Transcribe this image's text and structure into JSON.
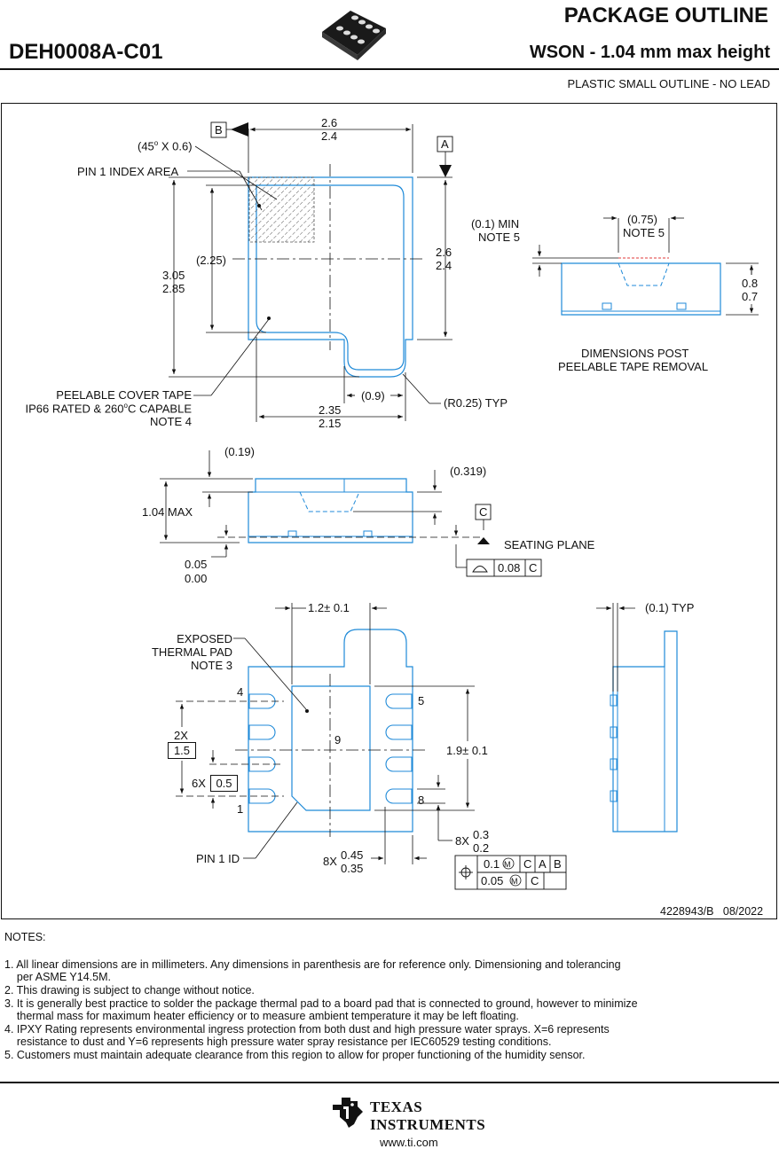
{
  "header": {
    "package_id": "DEH0008A-C01",
    "title": "PACKAGE OUTLINE",
    "subtitle": "WSON - 1.04 mm max height",
    "description": "PLASTIC SMALL OUTLINE - NO LEAD"
  },
  "top_view": {
    "datum_b": "B",
    "datum_a": "A",
    "width_max": "2.6",
    "width_min": "2.4",
    "height_max": "2.6",
    "height_min": "2.4",
    "chamfer": "(45",
    "chamfer_deg": "o",
    "chamfer_size": " X 0.6)",
    "pin1_area": "PIN 1 INDEX AREA",
    "overall_max": "3.05",
    "overall_min": "2.85",
    "ref_225": "(2.25)",
    "ref_09": "(0.9)",
    "radius": "(R0.25) TYP",
    "tape_line1": "PEELABLE COVER TAPE",
    "tape_line2_a": "IP66 RATED & 260",
    "tape_line2_deg": "o",
    "tape_line2_b": "C CAPABLE",
    "tape_line3": "NOTE 4",
    "bottom_max": "2.35",
    "bottom_min": "2.15"
  },
  "post_tape_view": {
    "min_label": "(0.1) MIN",
    "min_note": "NOTE 5",
    "ref_075": "(0.75)",
    "ref_note": "NOTE 5",
    "h_max": "0.8",
    "h_min": "0.7",
    "caption1": "DIMENSIONS POST",
    "caption2": "PEELABLE TAPE REMOVAL"
  },
  "side_view": {
    "ref_019": "(0.19)",
    "ref_0319": "(0.319)",
    "max_height": "1.04 MAX",
    "datum_c": "C",
    "seating": "SEATING PLANE",
    "standoff_max": "0.05",
    "standoff_min": "0.00",
    "flatness_value": "0.08",
    "flatness_datum": "C"
  },
  "bottom_view": {
    "pad_width": "1.2",
    "pad_tol": "± 0.1",
    "exposed1": "EXPOSED",
    "exposed2": "THERMAL PAD",
    "exposed3": "NOTE 3",
    "pin4": "4",
    "pin5": "5",
    "pin1": "1",
    "pin8": "8",
    "pin9": "9",
    "pitch_count": "2X",
    "pitch_2x": "1.5",
    "pitch_6x_label": "6X",
    "pitch_6x": "0.5",
    "pad_len": "1.9",
    "pad_len_tol": "± 0.1",
    "lead_w_count": "8X",
    "lead_w_max": "0.3",
    "lead_w_min": "0.2",
    "lead_l_count": "8X",
    "lead_l_max": "0.45",
    "lead_l_min": "0.35",
    "pin1_id": "PIN 1 ID",
    "pos_tol1": "0.1",
    "pos_tol1_datums": [
      "C",
      "A",
      "B"
    ],
    "pos_tol2": "0.05",
    "pos_tol2_datum": "C",
    "side_ref": "(0.1) TYP"
  },
  "footer": {
    "doc_number": "4228943/B",
    "date": "08/2022",
    "notes_title": "NOTES:",
    "notes": [
      "1. All linear dimensions are in millimeters. Any dimensions in parenthesis are for reference only. Dimensioning and tolerancing",
      "    per ASME Y14.5M.",
      "2. This drawing is subject to change without notice.",
      "3. It is generally best practice to solder the package thermal pad to a board pad that is connected to ground, however to minimize",
      "    thermal mass for maximum heater efficiency or to measure ambient temperature it may be left floating.",
      "4. IPXY Rating represents environmental ingress protection from both dust and high pressure water sprays. X=6 represents",
      "    resistance to dust and Y=6 represents high pressure water spray resistance per IEC60529 testing conditions.",
      "5. Customers must maintain adequate clearance from this region to allow for proper functioning of the humidity sensor."
    ],
    "brand_line1": "TEXAS",
    "brand_line2": "INSTRUMENTS",
    "url": "www.ti.com"
  },
  "colors": {
    "outline": "#1f8ad8",
    "dimension": "#111111",
    "hatch": "#555555",
    "tape_edge": "#e23a3a"
  }
}
